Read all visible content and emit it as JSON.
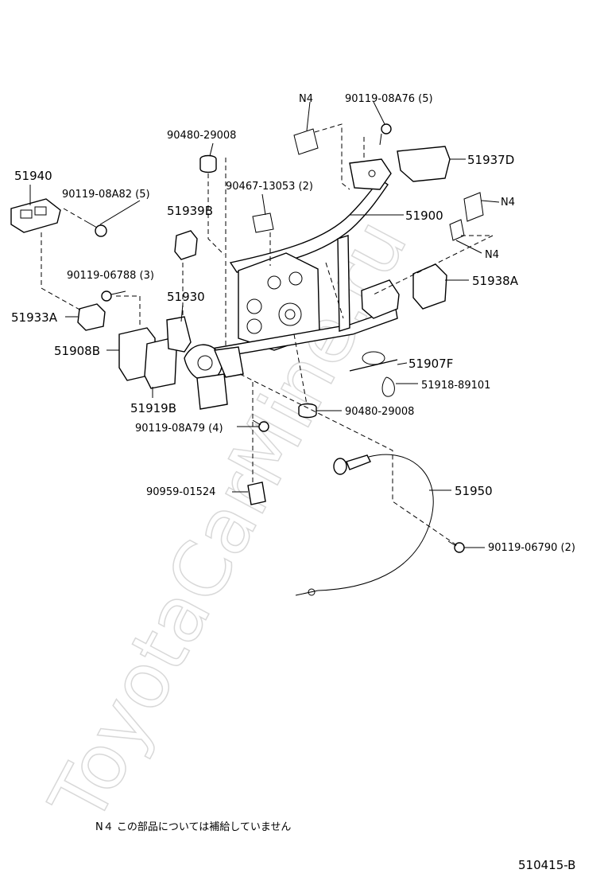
{
  "watermark": "ToyotaCarMine.ru",
  "labels": {
    "n4_top": "N4",
    "bolt_top": "90119-08A76 (5)",
    "p51937d": "51937D",
    "n4_right": "N4",
    "n4_right_low": "N4",
    "p51900": "51900",
    "p51938a": "51938A",
    "bush_top": "90480-29008",
    "clip": "90467-13053 (2)",
    "p51940": "51940",
    "bolt_left": "90119-08A82 (5)",
    "p51939b": "51939B",
    "bolt_06788": "90119-06788 (3)",
    "p51930": "51930",
    "p51933a": "51933A",
    "p51908b": "51908B",
    "p51919b": "51919B",
    "p51907f": "51907F",
    "p51918": "51918-89101",
    "bush_mid": "90480-29008",
    "bolt_08a79": "90119-08A79 (4)",
    "clamp": "90959-01524",
    "p51950": "51950",
    "bolt_06790": "90119-06790 (2)"
  },
  "footnote": "N４ この部品については補給していません",
  "diagram_code": "510415-B"
}
